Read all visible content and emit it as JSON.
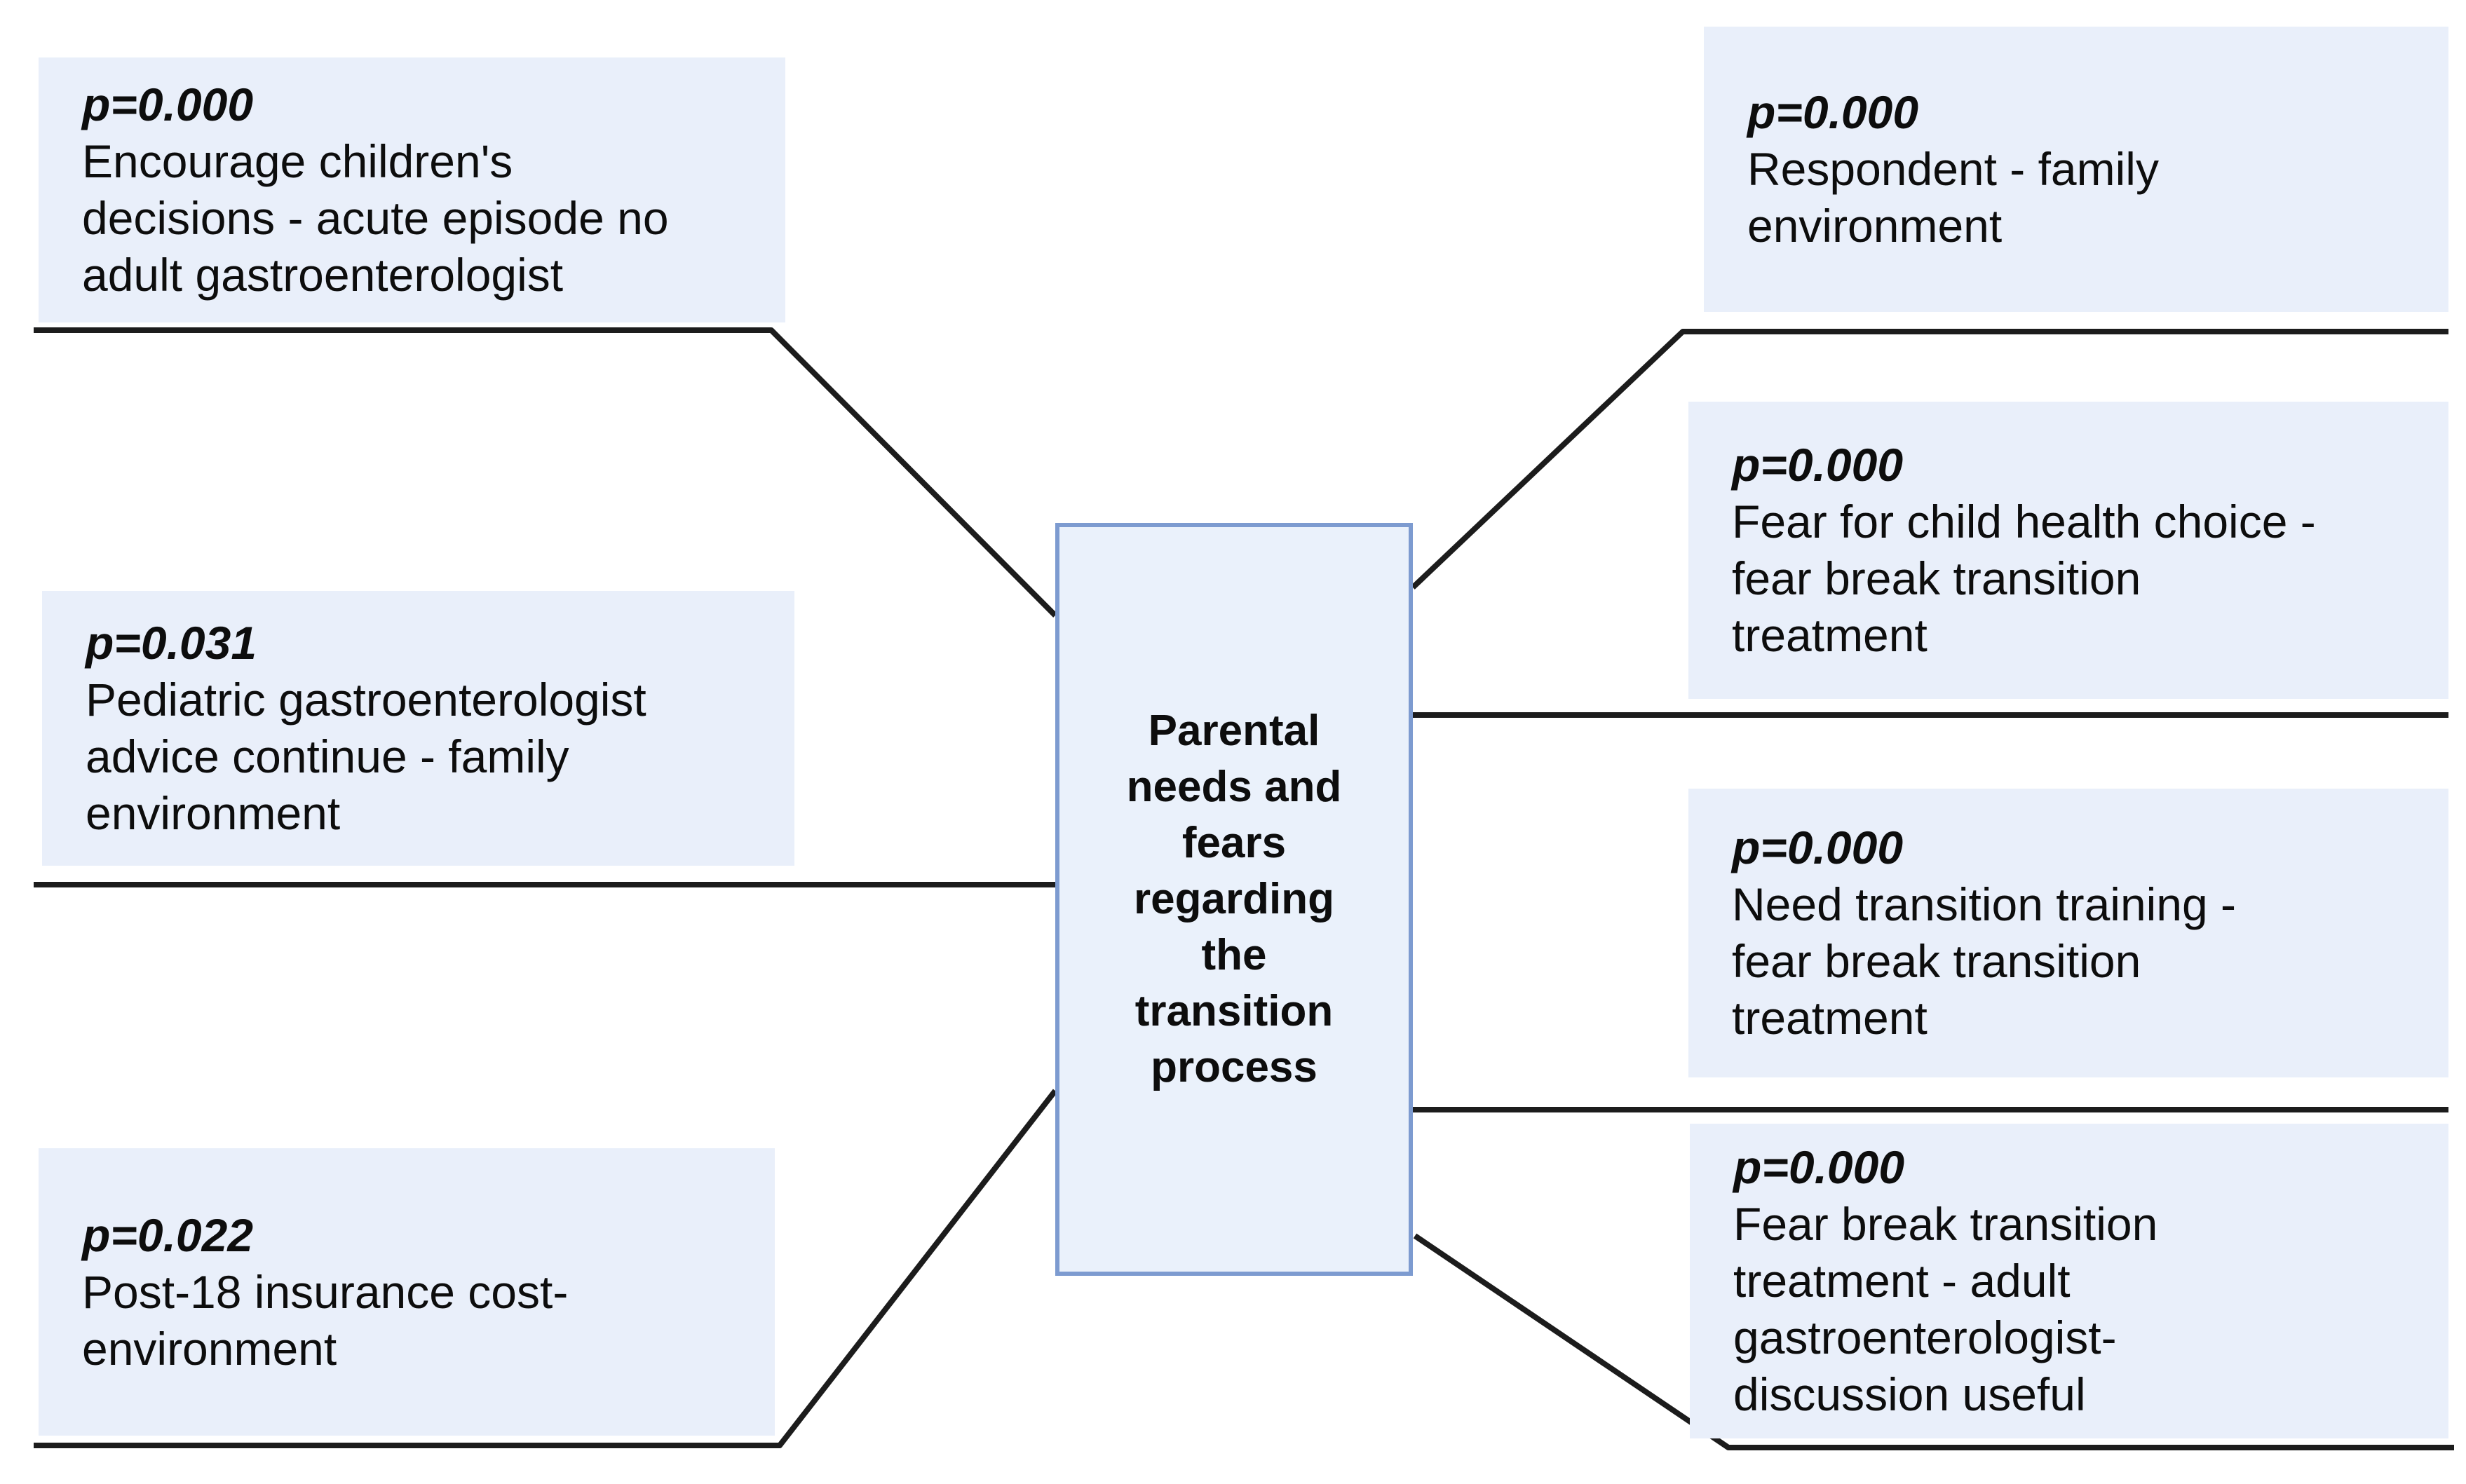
{
  "figure": {
    "type": "concept-map",
    "description": "Central concept linked to statistically significant factor boxes"
  },
  "center": {
    "label": "Parental needs and fears regarding the transition process"
  },
  "left_boxes": [
    {
      "p": "p=0.000",
      "label": "Encourage children's decisions - acute episode no adult gastroenterologist"
    },
    {
      "p": "p=0.031",
      "label": "Pediatric gastroenterologist advice continue - family environment"
    },
    {
      "p": "p=0.022",
      "label": "Post-18 insurance cost- environment"
    }
  ],
  "right_boxes": [
    {
      "p": "p=0.000",
      "label": "Respondent - family environment"
    },
    {
      "p": "p=0.000",
      "label": "Fear for child health choice - fear break transition treatment"
    },
    {
      "p": "p=0.000",
      "label": "Need transition training - fear break transition treatment"
    },
    {
      "p": "p=0.000",
      "label": "Fear break transition treatment - adult gastroenterologist- discussion useful"
    }
  ],
  "colors": {
    "box_fill": "#e9effa",
    "center_box_fill": "#eaf1fb",
    "center_box_border": "#7d9bd0",
    "connector": "#1c1c1c",
    "text": "#0d0d0d",
    "background": "#ffffff"
  }
}
